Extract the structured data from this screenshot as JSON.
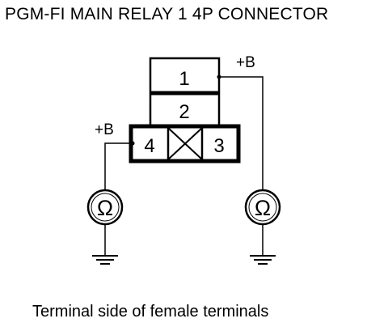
{
  "title": "PGM-FI MAIN RELAY 1 4P CONNECTOR",
  "caption": "Terminal side of female terminals",
  "connector": {
    "terminals": [
      {
        "id": "1",
        "label": "1"
      },
      {
        "id": "2",
        "label": "2"
      },
      {
        "id": "3",
        "label": "3"
      },
      {
        "id": "4",
        "label": "4"
      }
    ]
  },
  "probes": {
    "left_label": "+B",
    "right_label": "+B"
  },
  "meters": {
    "symbol": "Ω"
  },
  "colors": {
    "line": "#000000",
    "background": "#ffffff"
  }
}
